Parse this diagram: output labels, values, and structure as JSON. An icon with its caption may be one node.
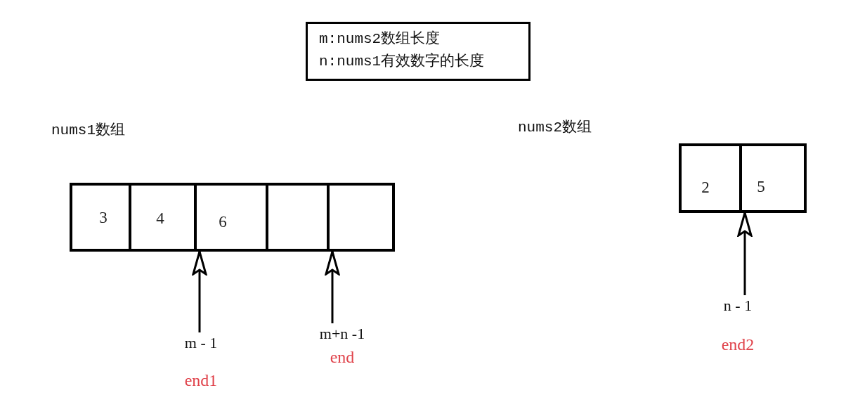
{
  "diagram": {
    "nodes": [
      {
        "text": [
          "m:nums2数组长度",
          "n:nums1有效数字的长度"
        ]
      },
      {
        "text": [
          "3"
        ]
      },
      {
        "text": [
          "4"
        ]
      },
      {
        "text": [
          "6"
        ]
      },
      {
        "text": [],
        "shape": "box"
      },
      {
        "text": [],
        "shape": "box"
      },
      {
        "text": [
          "2"
        ]
      },
      {
        "text": [
          "5"
        ]
      },
      {
        "text": [
          "m - 1",
          "end1"
        ]
      },
      {
        "text": [
          "m+n -1",
          "end"
        ]
      },
      {
        "text": [
          "n - 1",
          "end2"
        ]
      }
    ],
    "edges": [
      {
        "from": 8,
        "to": 3,
        "arrow": "to"
      },
      {
        "from": 9,
        "to": 5,
        "arrow": "to"
      },
      {
        "from": 10,
        "to": 7,
        "arrow": "to"
      }
    ],
    "labels": [
      "nums1数组",
      "nums2数组"
    ]
  }
}
